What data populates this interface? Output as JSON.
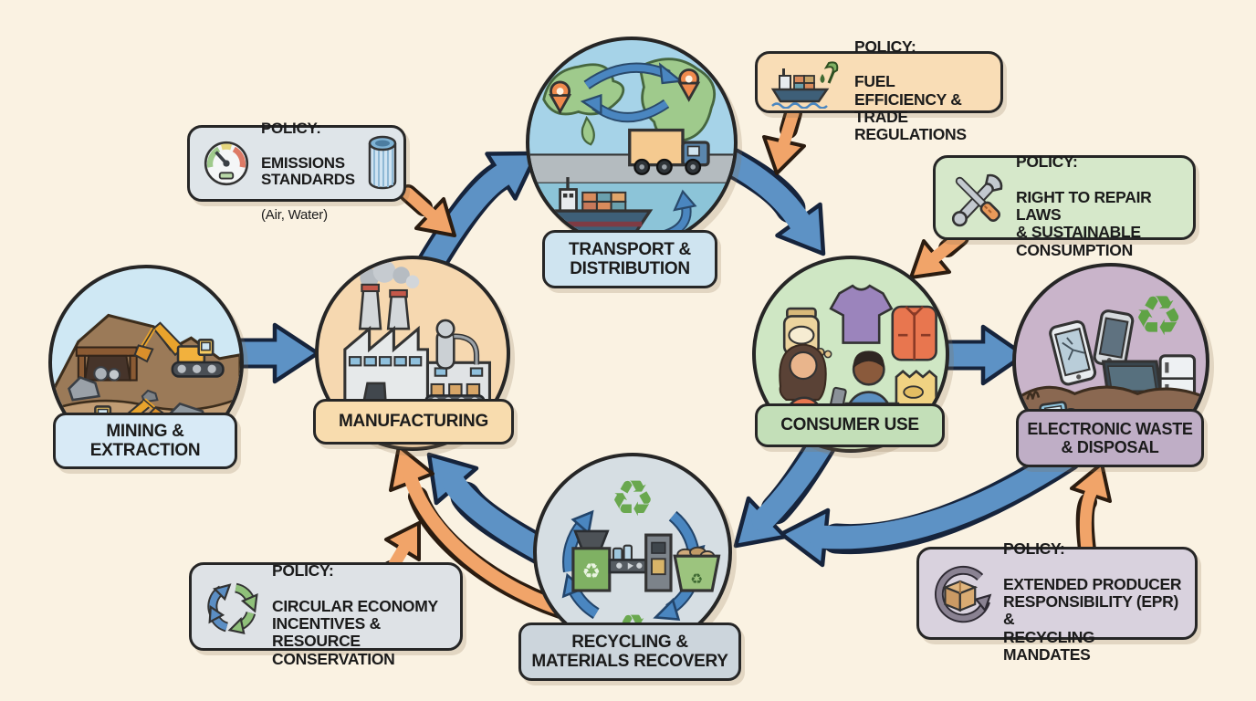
{
  "title": "Product lifecycle and policy interventions diagram",
  "colors": {
    "background": "#faf2e2",
    "arrow_blue": "#5d92c5",
    "arrow_orange": "#f1a469",
    "outline_dark": "#262626"
  },
  "nodes": [
    {
      "id": "mining",
      "label": "MINING &\nEXTRACTION",
      "pill_color": "#d8eaf6"
    },
    {
      "id": "manufacturing",
      "label": "MANUFACTURING",
      "pill_color": "#f8dcae"
    },
    {
      "id": "transport",
      "label": "TRANSPORT &\nDISTRIBUTION",
      "pill_color": "#cfe4f0"
    },
    {
      "id": "consumer",
      "label": "CONSUMER USE",
      "pill_color": "#c3dfb8"
    },
    {
      "id": "ewaste",
      "label": "ELECTRONIC WASTE\n& DISPOSAL",
      "pill_color": "#bfaec6"
    },
    {
      "id": "recycling",
      "label": "RECYCLING &\nMATERIALS RECOVERY",
      "pill_color": "#ccd5dc"
    }
  ],
  "policies": [
    {
      "id": "emissions",
      "title": "POLICY:",
      "text": "EMISSIONS\nSTANDARDS",
      "note": "(Air, Water)",
      "icons": [
        "gauge-icon",
        "filter-icon"
      ],
      "box_color": "#dfe5e9"
    },
    {
      "id": "fuel",
      "title": "POLICY:",
      "text": "FUEL EFFICIENCY &\nTRADE REGULATIONS",
      "icons": [
        "ship-fuel-icon"
      ],
      "box_color": "#f9ddb6"
    },
    {
      "id": "repair",
      "title": "POLICY:",
      "text": "RIGHT TO REPAIR LAWS\n& SUSTAINABLE\nCONSUMPTION",
      "icons": [
        "tools-icon"
      ],
      "box_color": "#d6e8ca"
    },
    {
      "id": "epr",
      "title": "POLICY:",
      "text": "EXTENDED PRODUCER\nRESPONSIBILITY (EPR) &\nRECYCLING MANDATES",
      "icons": [
        "box-cycle-icon"
      ],
      "box_color": "#d9d2de"
    },
    {
      "id": "circular",
      "title": "POLICY:",
      "text": "CIRCULAR ECONOMY\nINCENTIVES & RESOURCE\nCONSERVATION",
      "icons": [
        "circular-arrows-icon"
      ],
      "box_color": "#dee2e6"
    }
  ],
  "flows": [
    "mining → manufacturing",
    "manufacturing → transport",
    "transport → consumer",
    "consumer → ewaste",
    "ewaste → recycling",
    "consumer → recycling",
    "recycling → manufacturing (blue)",
    "recycling → manufacturing (orange)",
    "emissions policy → manufacturing/transport",
    "fuel policy → transport/consumer",
    "repair policy → consumer",
    "epr policy → ewaste",
    "circular policy → recycling/manufacturing loop"
  ]
}
